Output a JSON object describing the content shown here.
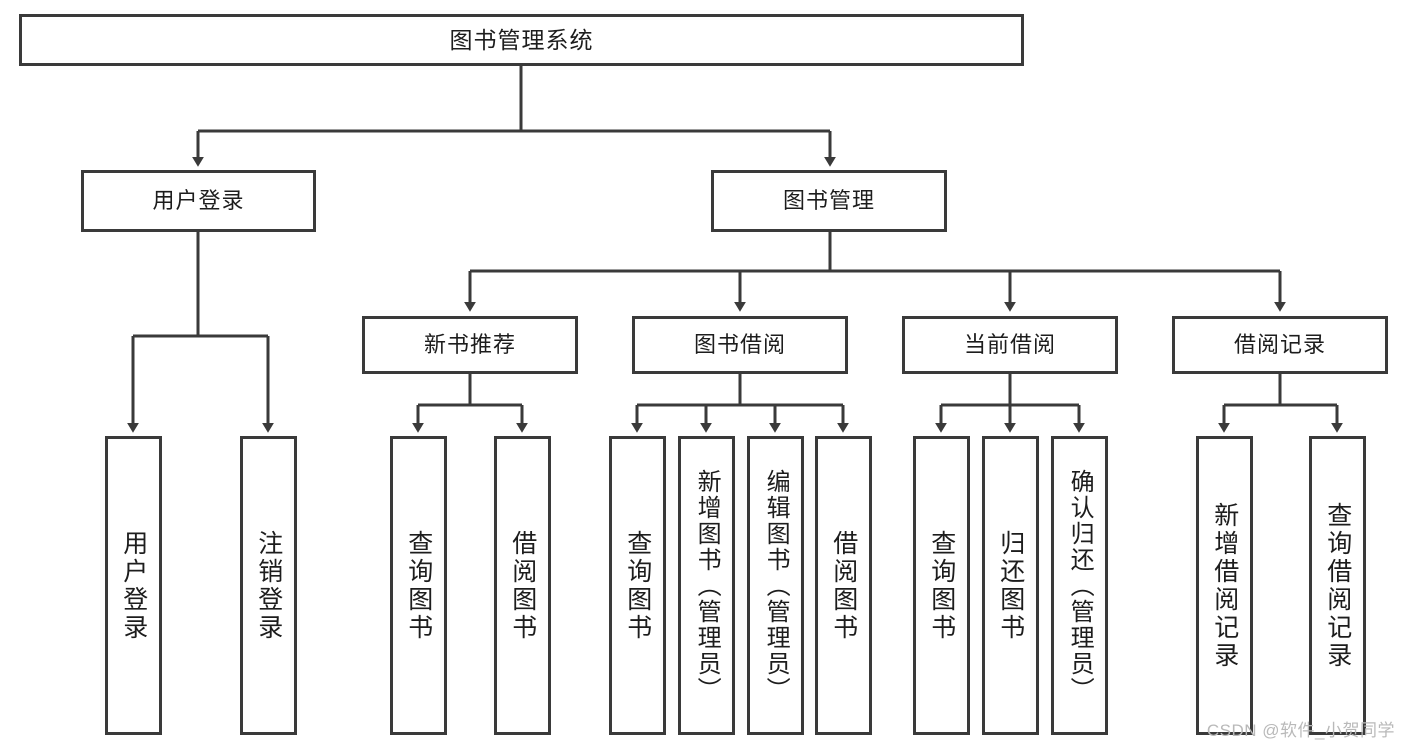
{
  "diagram": {
    "title": "图书管理系统",
    "type": "hierarchy-tree",
    "watermark": "CSDN @软件_小贺同学",
    "root": {
      "label": "图书管理系统"
    },
    "level2": [
      {
        "label": "用户登录"
      },
      {
        "label": "图书管理"
      }
    ],
    "level3": [
      {
        "label": "新书推荐"
      },
      {
        "label": "图书借阅"
      },
      {
        "label": "当前借阅"
      },
      {
        "label": "借阅记录"
      }
    ],
    "leaves": [
      {
        "label": "用户登录",
        "parent": "用户登录"
      },
      {
        "label": "注销登录",
        "parent": "用户登录"
      },
      {
        "label": "查询图书",
        "parent": "新书推荐"
      },
      {
        "label": "借阅图书",
        "parent": "新书推荐"
      },
      {
        "label": "查询图书",
        "parent": "图书借阅"
      },
      {
        "label": "新增图书（管理员）",
        "parent": "图书借阅"
      },
      {
        "label": "编辑图书（管理员）",
        "parent": "图书借阅"
      },
      {
        "label": "借阅图书",
        "parent": "图书借阅"
      },
      {
        "label": "查询图书",
        "parent": "当前借阅"
      },
      {
        "label": "归还图书",
        "parent": "当前借阅"
      },
      {
        "label": "确认归还（管理员）",
        "parent": "当前借阅"
      },
      {
        "label": "新增借阅记录",
        "parent": "借阅记录"
      },
      {
        "label": "查询借阅记录",
        "parent": "借阅记录"
      }
    ],
    "colors": {
      "stroke": "#3a3a3a",
      "background": "#ffffff",
      "text": "#1d1d1d",
      "watermark": "#b9b9b9"
    }
  }
}
